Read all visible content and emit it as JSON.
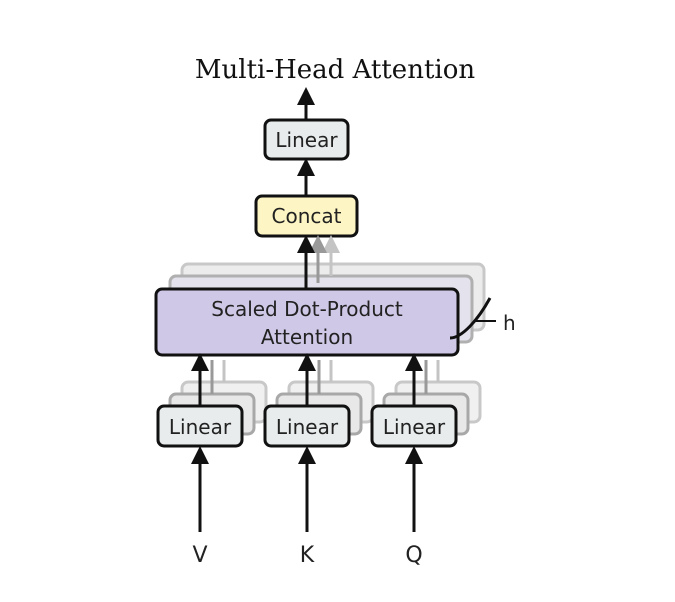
{
  "title": "Multi-Head Attention",
  "top_linear": {
    "label": "Linear",
    "fill": "#e8ecec"
  },
  "concat": {
    "label": "Concat",
    "fill": "#fdf5c4"
  },
  "attention": {
    "line1": "Scaled Dot-Product",
    "line2": "Attention",
    "fill": "#cfc8e6"
  },
  "heads_label": "h",
  "inputs": [
    {
      "name": "V",
      "linear_label": "Linear"
    },
    {
      "name": "K",
      "linear_label": "Linear"
    },
    {
      "name": "Q",
      "linear_label": "Linear"
    }
  ],
  "colors": {
    "stroke": "#111111",
    "linear_fill": "#e8ecec",
    "shadow": "#b8b8b8"
  }
}
